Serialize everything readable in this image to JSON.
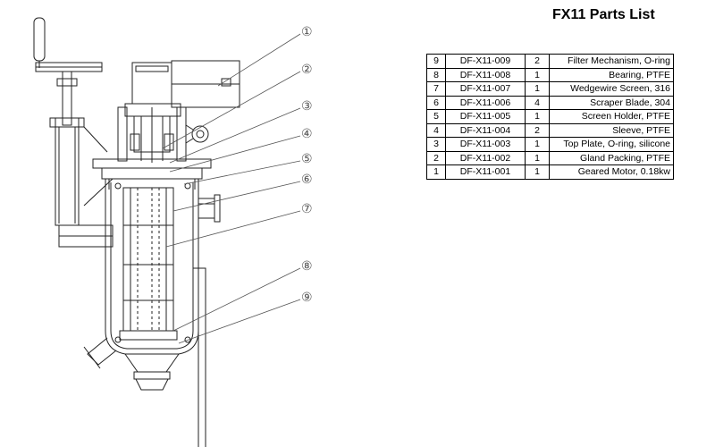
{
  "title": "FX11 Parts List",
  "callouts": [
    "①",
    "②",
    "③",
    "④",
    "⑤",
    "⑥",
    "⑦",
    "⑧",
    "⑨"
  ],
  "parts": [
    {
      "no": "9",
      "part_no": "DF-X11-009",
      "qty": "2",
      "desc": "Filter Mechanism, O-ring"
    },
    {
      "no": "8",
      "part_no": "DF-X11-008",
      "qty": "1",
      "desc": "Bearing, PTFE"
    },
    {
      "no": "7",
      "part_no": "DF-X11-007",
      "qty": "1",
      "desc": "Wedgewire Screen, 316"
    },
    {
      "no": "6",
      "part_no": "DF-X11-006",
      "qty": "4",
      "desc": "Scraper Blade, 304"
    },
    {
      "no": "5",
      "part_no": "DF-X11-005",
      "qty": "1",
      "desc": "Screen Holder, PTFE"
    },
    {
      "no": "4",
      "part_no": "DF-X11-004",
      "qty": "2",
      "desc": "Sleeve, PTFE"
    },
    {
      "no": "3",
      "part_no": "DF-X11-003",
      "qty": "1",
      "desc": "Top Plate, O-ring, silicone"
    },
    {
      "no": "2",
      "part_no": "DF-X11-002",
      "qty": "1",
      "desc": "Gland Packing, PTFE"
    },
    {
      "no": "1",
      "part_no": "DF-X11-001",
      "qty": "1",
      "desc": "Geared Motor, 0.18kw"
    }
  ]
}
